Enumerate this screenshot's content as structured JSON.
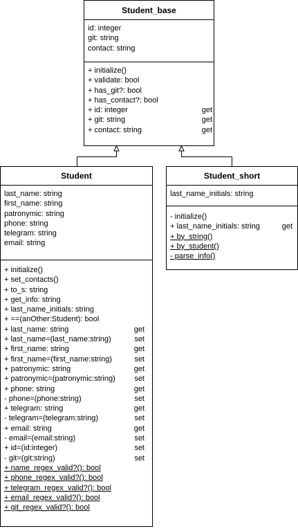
{
  "classes": {
    "student_base": {
      "name": "Student_base",
      "attributes": [
        "id: integer",
        "git: string",
        "contact: string"
      ],
      "methods": [
        {
          "text": "+ initialize()",
          "acc": ""
        },
        {
          "text": "+ validate: bool",
          "acc": ""
        },
        {
          "text": "+ has_git?: bool",
          "acc": ""
        },
        {
          "text": "+ has_contact?: bool",
          "acc": ""
        },
        {
          "text": "+ id: integer",
          "acc": "get"
        },
        {
          "text": "+ git: string",
          "acc": "get"
        },
        {
          "text": "+ contact: string",
          "acc": "get"
        }
      ]
    },
    "student": {
      "name": "Student",
      "attributes": [
        "last_name: string",
        "first_name: string",
        "patronymic: string",
        "phone: string",
        "telegram: string",
        "email: string"
      ],
      "methods": [
        {
          "text": "+ initialize()",
          "acc": ""
        },
        {
          "text": "+ set_contacts()",
          "acc": ""
        },
        {
          "text": "+ to_s: string",
          "acc": ""
        },
        {
          "text": "+ get_info: string",
          "acc": ""
        },
        {
          "text": "+ last_name_initials: string",
          "acc": ""
        },
        {
          "text": "+ ==(anOther:Student): bool",
          "acc": ""
        },
        {
          "text": "+ last_name: string",
          "acc": "get"
        },
        {
          "text": "+ last_name=(last_name:string)",
          "acc": "set"
        },
        {
          "text": "+ first_name: string",
          "acc": "get"
        },
        {
          "text": "+ first_name=(first_name:string)",
          "acc": "set"
        },
        {
          "text": "+ patronymic: string",
          "acc": "get"
        },
        {
          "text": "+ patronymic=(patronymic:string)",
          "acc": "set"
        },
        {
          "text": "+ phone: string",
          "acc": "get"
        },
        {
          "text": "- phone=(phone:string)",
          "acc": "set"
        },
        {
          "text": "+ telegram: string",
          "acc": "get"
        },
        {
          "text": "- telegram=(telegram:string)",
          "acc": "set"
        },
        {
          "text": "+ email: string",
          "acc": "get"
        },
        {
          "text": "- email=(email:string)",
          "acc": "set"
        },
        {
          "text": "+ id=(id:integer)",
          "acc": "set"
        },
        {
          "text": "- git=(git:string)",
          "acc": "set"
        },
        {
          "text": "+ name_regex_valid?(): bool",
          "acc": "",
          "static": true
        },
        {
          "text": "+ phone_regex_valid?(): bool",
          "acc": "",
          "static": true
        },
        {
          "text": "+ telegram_regex_valid?(): bool",
          "acc": "",
          "static": true
        },
        {
          "text": "+ email_regex_valid?(): bool",
          "acc": "",
          "static": true
        },
        {
          "text": "+ git_regex_valid?(): bool",
          "acc": "",
          "static": true
        }
      ]
    },
    "student_short": {
      "name": "Student_short",
      "attributes": [
        "last_name_initials: string"
      ],
      "methods": [
        {
          "text": "- initialize()",
          "acc": ""
        },
        {
          "text": "+ last_name_initials: string",
          "acc": "get"
        },
        {
          "text": "+ by_string()",
          "acc": "",
          "static": true
        },
        {
          "text": "+ by_student()",
          "acc": "",
          "static": true
        },
        {
          "text": "- parse_info()",
          "acc": "",
          "static": true
        }
      ]
    }
  },
  "colors": {
    "line": "#000000",
    "fill": "#ffffff"
  }
}
